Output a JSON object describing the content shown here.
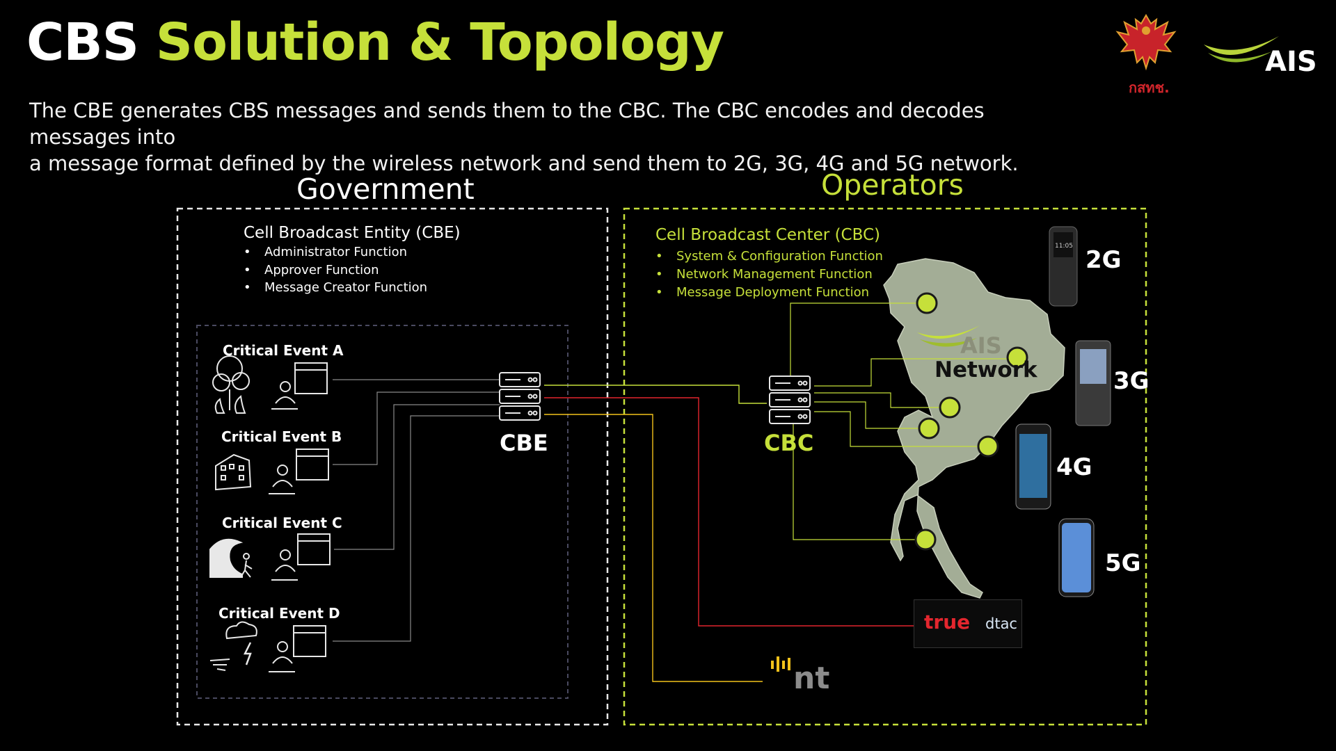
{
  "title": {
    "part1": "CBS",
    "part2": "Solution & Topology"
  },
  "description": {
    "line1": "The CBE generates CBS messages and sends them to the CBC. The CBC encodes and decodes messages into",
    "line2": "a message format defined by the wireless network and send them to 2G, 3G, 4G and 5G network."
  },
  "government": {
    "heading": "Government",
    "entity_title": "Cell Broadcast Entity (CBE)",
    "functions": [
      "Administrator Function",
      "Approver Function",
      "Message Creator Function"
    ],
    "events": [
      "Critical Event A",
      "Critical Event B",
      "Critical Event C",
      "Critical Event D"
    ],
    "node_label": "CBE"
  },
  "operators": {
    "heading": "Operators",
    "center_title": "Cell Broadcast Center (CBC)",
    "functions": [
      "System & Configuration Function",
      "Network Management Function",
      "Message Deployment Function"
    ],
    "node_label": "CBC",
    "map_brand": "AIS",
    "map_label": "Network",
    "networks": [
      "2G",
      "3G",
      "4G",
      "5G"
    ],
    "other_operators": {
      "true": "true",
      "dtac": "dtac",
      "nt": "nt"
    }
  },
  "logos": {
    "ais": "AIS",
    "nbtc": "กสทช."
  },
  "icons": [
    "fire-icon",
    "building-collapse-icon",
    "tsunami-icon",
    "storm-icon",
    "browser-window-icon",
    "user-laptop-icon",
    "server-icon",
    "phone-icon",
    "garuda-emblem-icon"
  ],
  "colors": {
    "accent": "#c6e03a",
    "true_red": "#e3262e",
    "nt_yellow": "#f2c21b",
    "background": "#000000"
  }
}
